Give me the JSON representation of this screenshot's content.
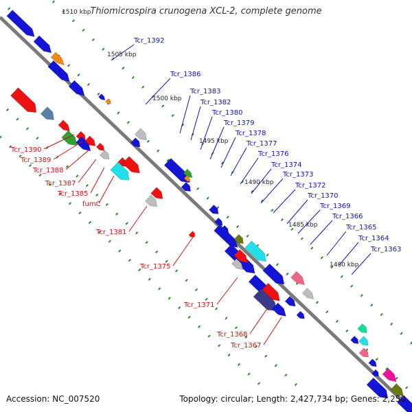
{
  "map": {
    "title": "Thiomicrospira crunogena XCL-2, complete genome",
    "accession": "Accession: NC_007520",
    "summary": "Topology: circular; Length: 2,427,734 bp; Genes: 2,250",
    "ticks": [
      "1510 kbp",
      "1505 kbp",
      "1500 kbp",
      "1495 kbp",
      "1490 kbp",
      "1485 kbp",
      "1480 kbp"
    ],
    "labels_top": [
      "Tcr_1392",
      "Tcr_1386",
      "Tcr_1383",
      "Tcr_1382",
      "Tcr_1380",
      "Tcr_1379",
      "Tcr_1378",
      "Tcr_1377",
      "Tcr_1376",
      "Tcr_1374",
      "Tcr_1373",
      "Tcr_1372",
      "Tcr_1370",
      "Tcr_1369",
      "Tcr_1366",
      "Tcr_1365",
      "Tcr_1364",
      "Tcr_1363"
    ],
    "labels_bottom": [
      "Tcr_1390",
      "Tcr_1389",
      "Tcr_1388",
      "Tcr_1387",
      "Tcr_1385",
      "fumC",
      "Tcr_1381",
      "Tcr_1375",
      "Tcr_1371",
      "Tcr_1368",
      "Tcr_1367"
    ],
    "colors": {
      "backbone": "#7a7a7a",
      "label_top": "#1010c0",
      "label_bottom": "#cc1111",
      "gene_blue": "#1414d6",
      "gene_red": "#ee1111",
      "gene_cyan": "#22e0e8",
      "gene_gray": "#bdbdbd",
      "gene_pink": "#ee6688",
      "gene_magenta": "#ee1199",
      "gene_olive": "#6a7a10",
      "gene_orange": "#ee8a10",
      "gene_teal": "#10e090",
      "gene_navy": "#3a3a8a",
      "gene_green": "#30a030",
      "gene_steel": "#5a80a8",
      "dot": "#2a8a2a"
    }
  }
}
